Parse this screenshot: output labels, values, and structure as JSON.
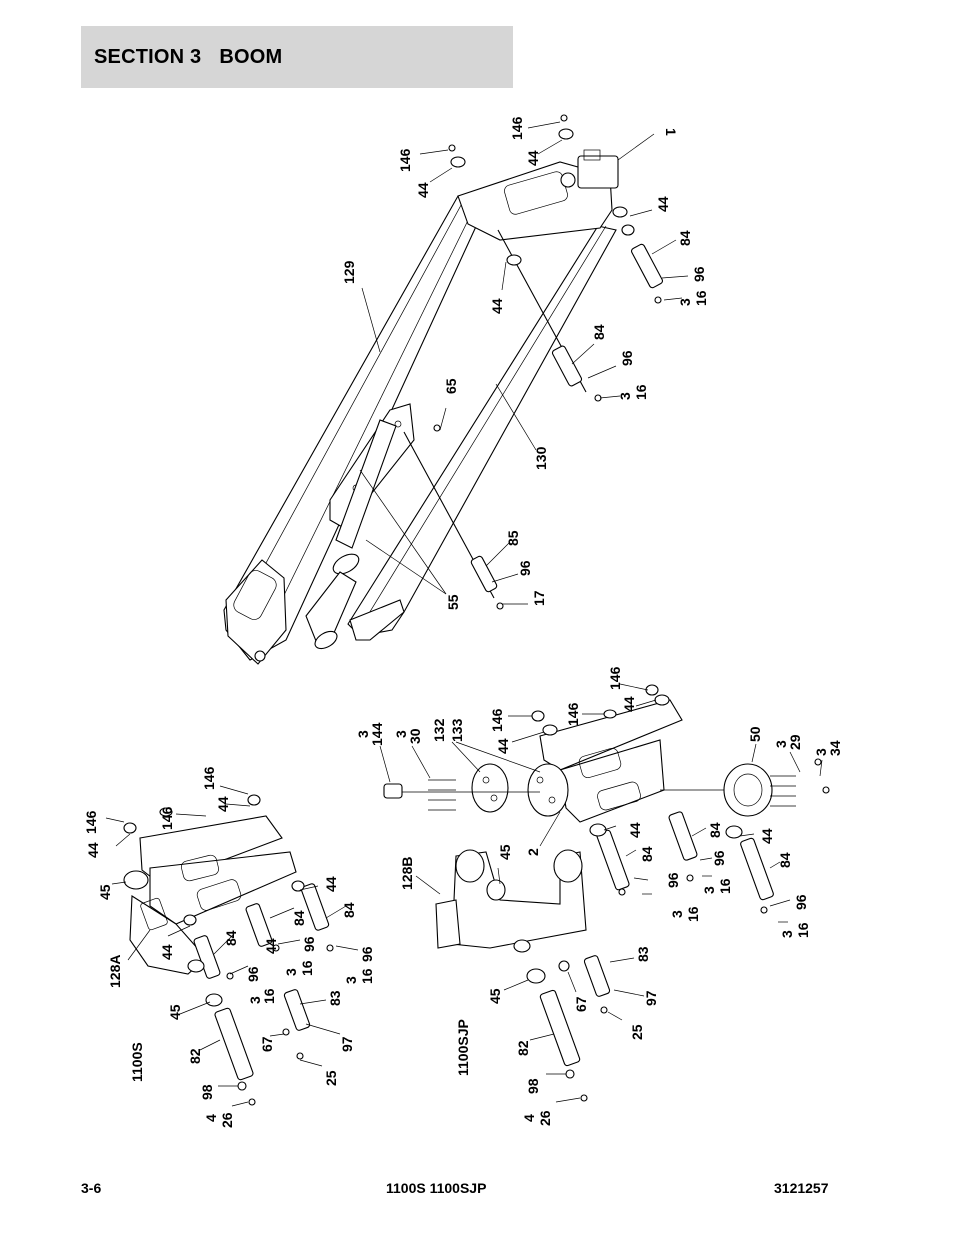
{
  "header": {
    "section": "SECTION 3",
    "title": "BOOM"
  },
  "footer": {
    "page": "3-6",
    "models": "1100S 1100SJP",
    "doc_number": "3121257"
  },
  "assemblies": {
    "a": "1100S",
    "b": "1100SJP"
  },
  "callouts": {
    "c1": "1",
    "c146a": "146",
    "c44a": "44",
    "c146b": "146",
    "c44b": "44",
    "c44c": "44",
    "c84a": "84",
    "c96a": "96",
    "c3a": "3",
    "c16a": "16",
    "c129": "129",
    "c44d": "44",
    "c84b": "84",
    "c96b": "96",
    "c3b": "3",
    "c16b": "16",
    "c65": "65",
    "c130": "130",
    "c85": "85",
    "c96c": "96",
    "c17": "17",
    "c55": "55",
    "s146a": "146",
    "s44a": "44",
    "s146b": "146",
    "s146c": "146",
    "s44b": "44",
    "s45a": "45",
    "s128a": "128A",
    "s44c": "44",
    "s84a": "84",
    "s96a": "96",
    "s3a": "3",
    "s16a": "16",
    "s44d": "44",
    "s84b": "84",
    "s96b": "96",
    "s3b": "3",
    "s16b": "16",
    "s44e": "44",
    "s84c": "84",
    "s96c": "96",
    "s3c": "3",
    "s16c": "16",
    "s45b": "45",
    "s83": "83",
    "s97": "97",
    "s67": "67",
    "s25": "25",
    "s82": "82",
    "s98": "98",
    "s4": "4",
    "s26": "26",
    "j3a": "3",
    "j144": "144",
    "j3b": "3",
    "j30": "30",
    "j132": "132",
    "j133": "133",
    "j146a": "146",
    "j44a": "44",
    "j146b": "146",
    "j146c": "146",
    "j44b": "44",
    "j50": "50",
    "j3c": "3",
    "j29": "29",
    "j3d": "3",
    "j34": "34",
    "j44c": "44",
    "j2": "2",
    "j84a": "84",
    "j96a": "96",
    "j3e": "3",
    "j16a": "16",
    "j84b": "84",
    "j96b": "96",
    "j3f": "3",
    "j16b": "16",
    "j44d": "44",
    "j84c": "84",
    "j96c": "96",
    "j3g": "3",
    "j16c": "16",
    "j128b": "128B",
    "j45a": "45",
    "j45b": "45",
    "j67": "67",
    "j83": "83",
    "j97": "97",
    "j25": "25",
    "j82": "82",
    "j98": "98",
    "j4": "4",
    "j26": "26"
  }
}
